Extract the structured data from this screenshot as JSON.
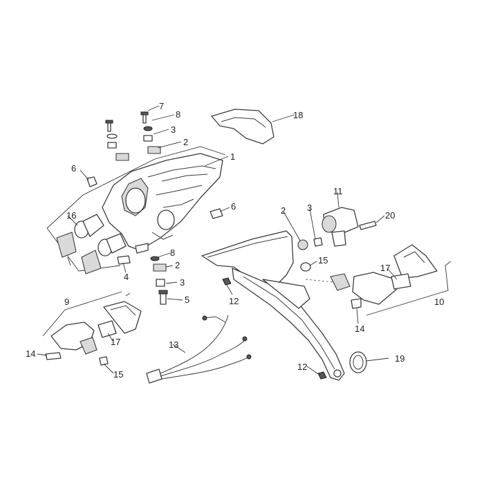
{
  "diagram": {
    "callouts": [
      "1",
      "2",
      "3",
      "4",
      "5",
      "6",
      "7",
      "8",
      "9",
      "10",
      "11",
      "12",
      "13",
      "14",
      "15",
      "16",
      "17",
      "18",
      "19",
      "20"
    ],
    "callout_instances": {
      "c1": "1",
      "c2a": "2",
      "c2b": "2",
      "c2c": "2",
      "c3a": "3",
      "c3b": "3",
      "c3c": "3",
      "c4": "4",
      "c5": "5",
      "c6a": "6",
      "c6b": "6",
      "c7": "7",
      "c8a": "8",
      "c8b": "8",
      "c9": "9",
      "c10": "10",
      "c11": "11",
      "c12a": "12",
      "c12b": "12",
      "c13": "13",
      "c14a": "14",
      "c14b": "14",
      "c15a": "15",
      "c15b": "15",
      "c16": "16",
      "c17a": "17",
      "c17b": "17",
      "c18": "18",
      "c19": "19",
      "c20": "20"
    }
  }
}
